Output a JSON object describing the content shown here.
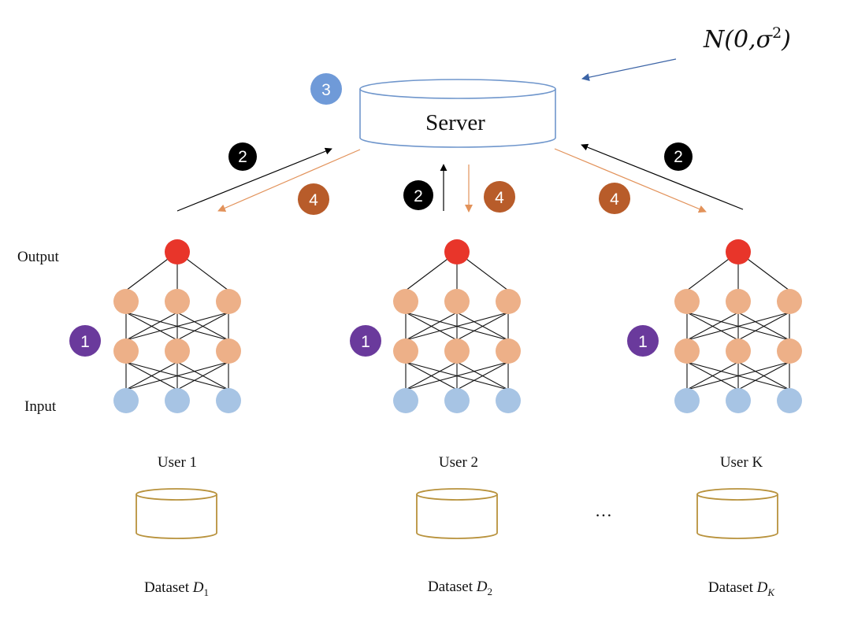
{
  "diagram": {
    "type": "federated-learning-with-differential-privacy",
    "server": {
      "label": "Server",
      "stroke_color": "#6F96CC"
    },
    "noise": {
      "label_prefix": "N(0,",
      "sigma": "σ",
      "exponent": "2",
      "label_suffix": ")",
      "arrow_color": "#3C64A6"
    },
    "layer_labels": {
      "output": "Output",
      "input": "Input"
    },
    "users": [
      {
        "label": "User 1",
        "dataset_prefix": "Dataset ",
        "dataset_symbol": "D",
        "dataset_subscript": "1"
      },
      {
        "label": "User 2",
        "dataset_prefix": "Dataset ",
        "dataset_symbol": "D",
        "dataset_subscript": "2"
      },
      {
        "label": "User K",
        "dataset_prefix": "Dataset ",
        "dataset_symbol": "D",
        "dataset_subscript": "K"
      }
    ],
    "ellipsis": "…",
    "steps": {
      "local_training": {
        "number": "1",
        "color": "#6A3A9C"
      },
      "upload": {
        "number": "2",
        "color": "#000000"
      },
      "aggregate_noise": {
        "number": "3",
        "color": "#6F9AD8"
      },
      "download": {
        "number": "4",
        "color": "#B85C2A"
      }
    },
    "network": {
      "layers": [
        1,
        3,
        3,
        3
      ],
      "colors": {
        "output": "#E8352A",
        "hidden": "#EDB088",
        "input": "#A7C4E4"
      }
    },
    "colors": {
      "upload_arrow": "#000000",
      "download_arrow": "#E2925A",
      "dataset_stroke": "#B8923C"
    }
  }
}
